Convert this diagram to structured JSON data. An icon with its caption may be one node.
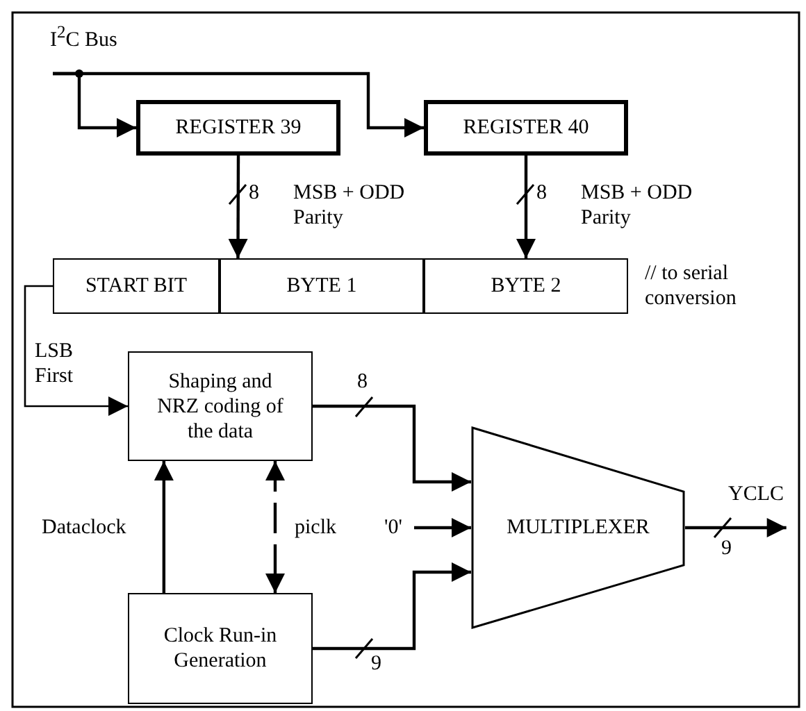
{
  "diagram": {
    "nodes": [
      {
        "text": [
          "I$^{2}$C Bus"
        ]
      },
      {
        "text": [
          "REGISTER 39"
        ]
      },
      {
        "text": [
          "REGISTER 40"
        ]
      },
      {
        "text": [
          "START BIT"
        ]
      },
      {
        "text": [
          "BYTE 1"
        ]
      },
      {
        "text": [
          "BYTE 2"
        ]
      },
      {
        "text": [
          "Shaping and NRZ coding of the data"
        ]
      },
      {
        "text": [
          "Clock Run-in Generation"
        ]
      },
      {
        "text": [
          "MULTIPLEXER"
        ]
      },
      {
        "text": [
          "'0'"
        ]
      },
      {
        "text": [
          "YCLC"
        ]
      }
    ],
    "edges": [
      {
        "from": 0,
        "to": 1,
        "arrow": "to"
      },
      {
        "from": 0,
        "to": 2,
        "arrow": "to"
      },
      {
        "from": 1,
        "to": 4,
        "arrow": "to",
        "label": "8"
      },
      {
        "from": 2,
        "to": 5,
        "arrow": "to",
        "label": "8"
      },
      {
        "from": 3,
        "to": 6,
        "arrow": "to",
        "label": "LSB First"
      },
      {
        "from": 6,
        "to": 8,
        "arrow": "to",
        "label": "8"
      },
      {
        "from": 9,
        "to": 8,
        "arrow": "to"
      },
      {
        "from": 7,
        "to": 8,
        "arrow": "to",
        "label": "9"
      },
      {
        "from": 8,
        "to": 10,
        "arrow": "to",
        "label": "9"
      },
      {
        "from": 7,
        "to": 6,
        "arrow": "to",
        "label": "Dataclock"
      },
      {
        "from": 6,
        "to": 7,
        "arrow": "both",
        "label": "piclk",
        "style": "dashed"
      }
    ],
    "labels": [
      "MSB + ODD Parity",
      "MSB + ODD Parity",
      "// to serial conversion"
    ]
  }
}
